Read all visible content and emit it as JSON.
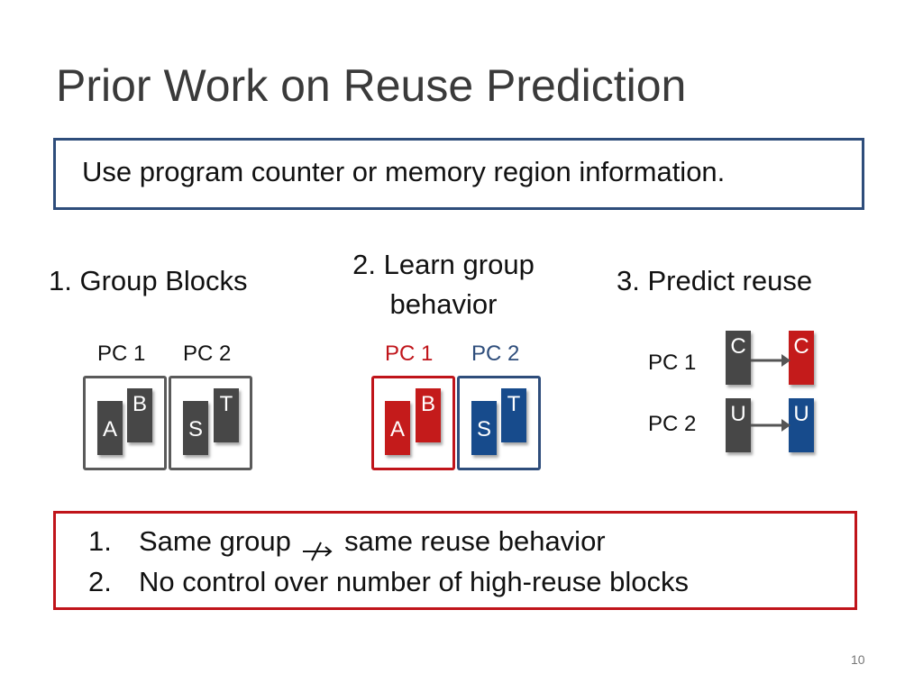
{
  "slide": {
    "title": "Prior Work on Reuse Prediction",
    "note": "Use program counter or memory region information.",
    "page_number": "10"
  },
  "steps": [
    {
      "label": "1. Group Blocks"
    },
    {
      "label": "2. Learn group behavior"
    },
    {
      "label": "3. Predict reuse"
    }
  ],
  "step1": {
    "pc1_label": "PC 1",
    "pc2_label": "PC 2",
    "group1_blocks": [
      "A",
      "B"
    ],
    "group2_blocks": [
      "S",
      "T"
    ]
  },
  "step2": {
    "pc1_label": "PC 1",
    "pc2_label": "PC 2",
    "group1_blocks": [
      "A",
      "B"
    ],
    "group2_blocks": [
      "S",
      "T"
    ]
  },
  "step3": {
    "rows": [
      {
        "pc_label": "PC 1",
        "from": "C",
        "to": "C"
      },
      {
        "pc_label": "PC 2",
        "from": "U",
        "to": "U"
      }
    ]
  },
  "problems": [
    {
      "num": "1.",
      "before": "Same group",
      "after": "same reuse behavior"
    },
    {
      "num": "2.",
      "text": "No control over number of high-reuse blocks"
    }
  ],
  "colors": {
    "title": "#3a3a3a",
    "note_border": "#2e4d7b",
    "problem_border": "#c0141a",
    "gray_block": "#474747",
    "red_block": "#c41b1b",
    "blue_block": "#174b8c",
    "pc1_highlight": "#c0141a",
    "pc2_highlight": "#2e4d7b"
  },
  "icons": {
    "not_implies": "crossed-arrow-icon",
    "arrow": "right-arrow-icon"
  }
}
